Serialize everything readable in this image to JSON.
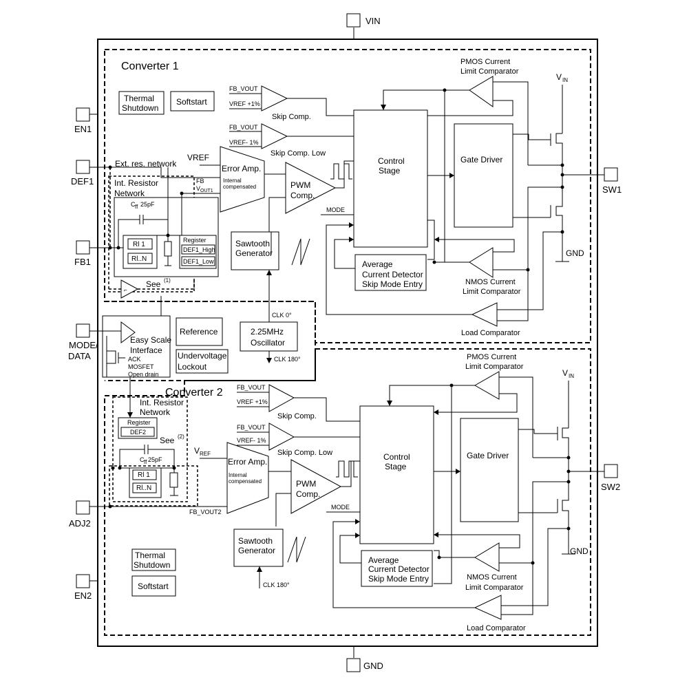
{
  "pins": {
    "vin": "VIN",
    "gnd": "GND",
    "en1": "EN1",
    "def1": "DEF1",
    "fb1": "FB1",
    "mode": "MODE/",
    "data": "DATA",
    "adj2": "ADJ2",
    "en2": "EN2",
    "sw1": "SW1",
    "sw2": "SW2"
  },
  "conv1": {
    "title": "Converter 1",
    "thermal_1": "Thermal",
    "thermal_2": "Shutdown",
    "softstart": "Softstart",
    "skip_fb": "FB_VOUT",
    "skip_vref": "VREF +1%",
    "skip_label": "Skip Comp.",
    "skiplow_fb": "FB_VOUT",
    "skiplow_vref": "VREF- 1%",
    "skiplow_label": "Skip Comp. Low",
    "vref": "VREF",
    "ext_res": "Ext. res. network",
    "fb": "FB",
    "vout": "V",
    "vout_sub": "OUT1",
    "err_1": "Error Amp.",
    "err_2": "Internal",
    "err_3": "compensated",
    "pwm_1": "PWM",
    "pwm_2": "Comp.",
    "mode": "MODE",
    "int_res_1": "Int. Resistor",
    "int_res_2": "Network",
    "cff": "C",
    "cff_sub": "ff",
    "cff_val": "25pF",
    "r1": "Rl 1",
    "rn": "Rl..N",
    "register": "Register",
    "def1_high": "DEF1_High",
    "def1_low": "DEF1_Low",
    "see": "See",
    "see_note": "(1)",
    "saw_1": "Sawtooth",
    "saw_2": "Generator",
    "control_1": "Control",
    "control_2": "Stage",
    "gate": "Gate Driver",
    "pmos_1": "PMOS Current",
    "pmos_2": "Limit Comparator",
    "vin": "V",
    "vin_sub": "IN",
    "gnd": "GND",
    "avg_1": "Average",
    "avg_2": "Current Detector",
    "avg_3": "Skip Mode Entry",
    "nmos_1": "NMOS Current",
    "nmos_2": "Limit Comparator",
    "load": "Load Comparator"
  },
  "shared": {
    "easy_1": "Easy Scale",
    "easy_2": "Interface",
    "ack_1": "ACK",
    "ack_2": "MOSFET",
    "ack_3": "Open drain",
    "reference": "Reference",
    "uvlo_1": "Undervoltage",
    "uvlo_2": "Lockout",
    "osc_1": "2.25MHz",
    "osc_2": "Oscillator",
    "clk0": "CLK 0°",
    "clk180": "CLK 180°"
  },
  "conv2": {
    "title": "Converter 2",
    "int_res_1": "Int. Resistor",
    "int_res_2": "Network",
    "register": "Register",
    "def2": "DEF2",
    "see": "See",
    "see_note": "(2)",
    "cff": "C",
    "cff_sub": "ff",
    "cff_val": "25pF",
    "r1": "Rl 1",
    "rn": "Rl..N",
    "skip_fb": "FB_VOUT",
    "skip_vref": "VREF +1%",
    "skip_label": "Skip Comp.",
    "skiplow_fb": "FB_VOUT",
    "skiplow_vref": "VREF- 1%",
    "skiplow_label": "Skip Comp. Low",
    "vref": "V",
    "vref_sub": "REF",
    "err_1": "Error Amp.",
    "err_2": "Internal",
    "err_3": "compensated",
    "pwm_1": "PWM",
    "pwm_2": "Comp.",
    "mode": "MODE",
    "fb_vout2": "FB_VOUT2",
    "saw_1": "Sawtooth",
    "saw_2": "Generator",
    "clk180": "CLK 180°",
    "thermal_1": "Thermal",
    "thermal_2": "Shutdown",
    "softstart": "Softstart",
    "control_1": "Control",
    "control_2": "Stage",
    "gate": "Gate Driver",
    "pmos_1": "PMOS Current",
    "pmos_2": "Limit Comparator",
    "vin": "V",
    "vin_sub": "IN",
    "gnd": "GND",
    "avg_1": "Average",
    "avg_2": "Current Detector",
    "avg_3": "Skip Mode Entry",
    "nmos_1": "NMOS Current",
    "nmos_2": "Limit Comparator",
    "load": "Load Comparator"
  }
}
